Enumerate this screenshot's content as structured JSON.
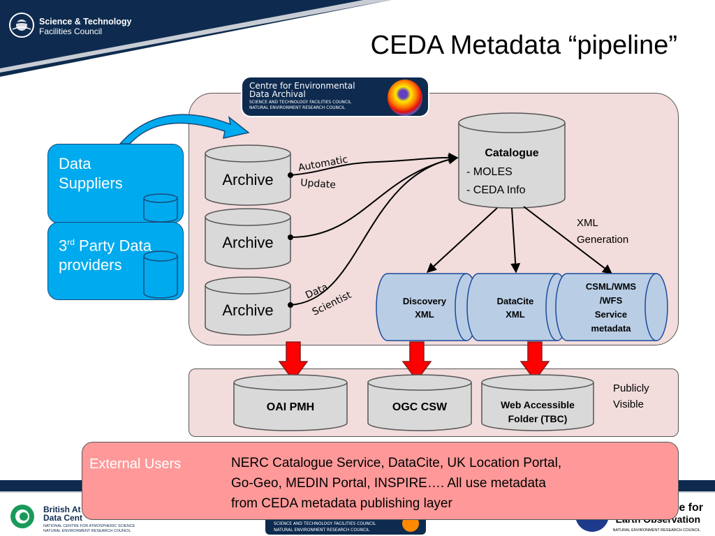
{
  "header": {
    "logo_line1": "Science & Technology",
    "logo_line2": "Facilities Council",
    "title": "CEDA Metadata “pipeline”"
  },
  "ceda_banner": {
    "line1": "Centre for Environmental",
    "line2": "Data Archival",
    "line3": "SCIENCE AND TECHNOLOGY FACILITIES COUNCIL",
    "line4": "NATURAL ENVIRONMENT RESEARCH COUNCIL"
  },
  "sources": {
    "data_suppliers": [
      "Data",
      "Suppliers"
    ],
    "third_party_base": "3",
    "third_party_sup": "rd",
    "third_party_rest": " Party Data",
    "third_party_line2": "providers"
  },
  "archives": [
    "Archive",
    "Archive",
    "Archive"
  ],
  "annotations": {
    "automatic": "Automatic",
    "update": "Update",
    "data": "Data",
    "scientist": "Scientist",
    "xml": "XML",
    "generation": "Generation",
    "publicly": "Publicly",
    "visible": "Visible"
  },
  "catalogue": {
    "title": "Catalogue",
    "items": [
      "- MOLES",
      "- CEDA Info"
    ]
  },
  "xml_outputs": [
    {
      "lines": [
        "Discovery",
        "XML"
      ]
    },
    {
      "lines": [
        "DataCite",
        "XML"
      ]
    },
    {
      "lines": [
        "CSML/WMS",
        "/WFS",
        "Service",
        "metadata"
      ]
    }
  ],
  "public_services": [
    {
      "lines": [
        "OAI PMH"
      ]
    },
    {
      "lines": [
        "OGC CSW"
      ]
    },
    {
      "lines": [
        "Web Accessible",
        "Folder (TBC)"
      ]
    }
  ],
  "external": {
    "label": "External Users",
    "lines": [
      "NERC Catalogue Service, DataCite, UK Location Portal,",
      "Go-Geo, MEDIN Portal, INSPIRE….  All use metadata",
      "from CEDA metadata publishing layer"
    ]
  },
  "footer": {
    "badc_line1": "British At",
    "badc_line2": "Data Cent",
    "badc_line3": "NATIONAL CENTRE FOR ATMOSPHERIC SCIENCE",
    "badc_line4": "NATURAL ENVIRONMENT RESEARCH COUNCIL",
    "mid_line1": "SCIENCE AND TECHNOLOGY FACILITIES COUNCIL",
    "mid_line2": "NATURAL ENVIRONMENT RESEARCH COUNCIL",
    "right_line1": "ve for",
    "right_line2": "Earth Observation",
    "right_line3": "NATURAL ENVIRONMENT RESEARCH COUNCIL"
  },
  "colors": {
    "header_navy": "#0e2b4f",
    "panel_pink": "#f2dcdc",
    "source_blue": "#00aaee",
    "xml_blue": "#b9cde5",
    "arrow_red": "#ff0000",
    "external_pink": "#ff9999",
    "cylinder_gray": "#d9d9d9"
  }
}
